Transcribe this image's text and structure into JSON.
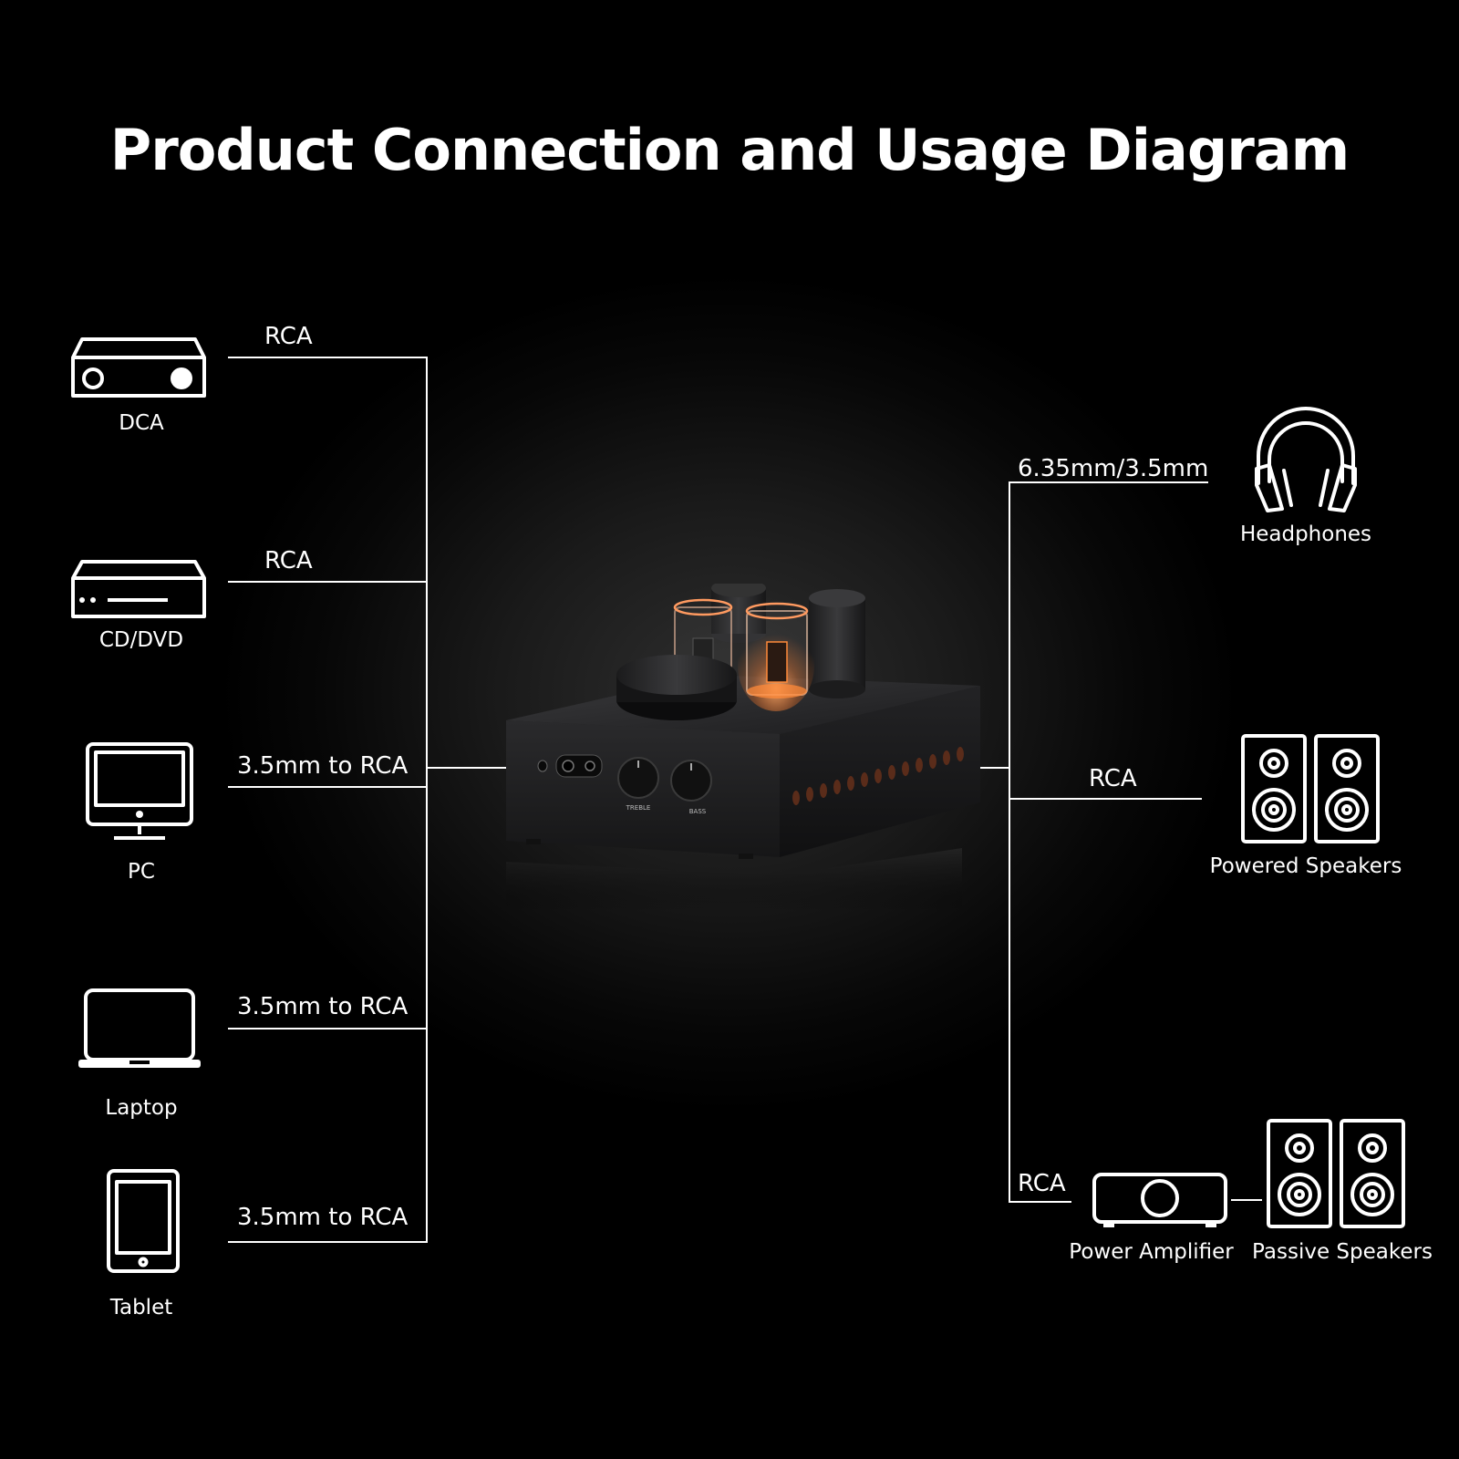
{
  "title": "Product Connection and Usage Diagram",
  "inputs": [
    {
      "device": "DCA",
      "cable": "RCA",
      "icon": "receiver-icon"
    },
    {
      "device": "CD/DVD",
      "cable": "RCA",
      "icon": "cd-dvd-player-icon"
    },
    {
      "device": "PC",
      "cable": "3.5mm to RCA",
      "icon": "desktop-monitor-icon"
    },
    {
      "device": "Laptop",
      "cable": "3.5mm to RCA",
      "icon": "laptop-icon"
    },
    {
      "device": "Tablet",
      "cable": "3.5mm to RCA",
      "icon": "tablet-icon"
    }
  ],
  "outputs": [
    {
      "device": "Headphones",
      "cable": "6.35mm/3.5mm",
      "icon": "headphones-icon"
    },
    {
      "device": "Powered Speakers",
      "cable": "RCA",
      "icon": "speakers-icon"
    },
    {
      "device": "Power Amplifier",
      "cable": "RCA",
      "icon": "power-amplifier-icon"
    },
    {
      "device": "Passive Speakers",
      "icon": "speakers-icon"
    }
  ],
  "product": {
    "knob_labels": [
      "TREBLE",
      "BASS"
    ],
    "tube_glow_color": "#ff8a3a"
  },
  "colors": {
    "background": "#000000",
    "lines": "#ffffff",
    "text": "#ffffff"
  }
}
